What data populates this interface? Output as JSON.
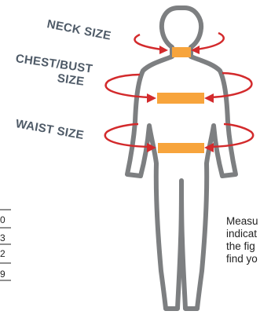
{
  "labels": {
    "neck": "NECK SIZE",
    "chest_line1": "CHEST/BUST",
    "chest_line2": "SIZE",
    "waist": "WAIST SIZE"
  },
  "note_lines": [
    "Measu",
    "indicat",
    "the fig",
    "find yo"
  ],
  "table_fragments": [
    "0",
    "3",
    "2",
    "9"
  ],
  "colors": {
    "body_outline": "#7d7f81",
    "arrow_red": "#d32a2c",
    "band_orange": "#f7a43c",
    "label_gray": "#4e5a67"
  }
}
